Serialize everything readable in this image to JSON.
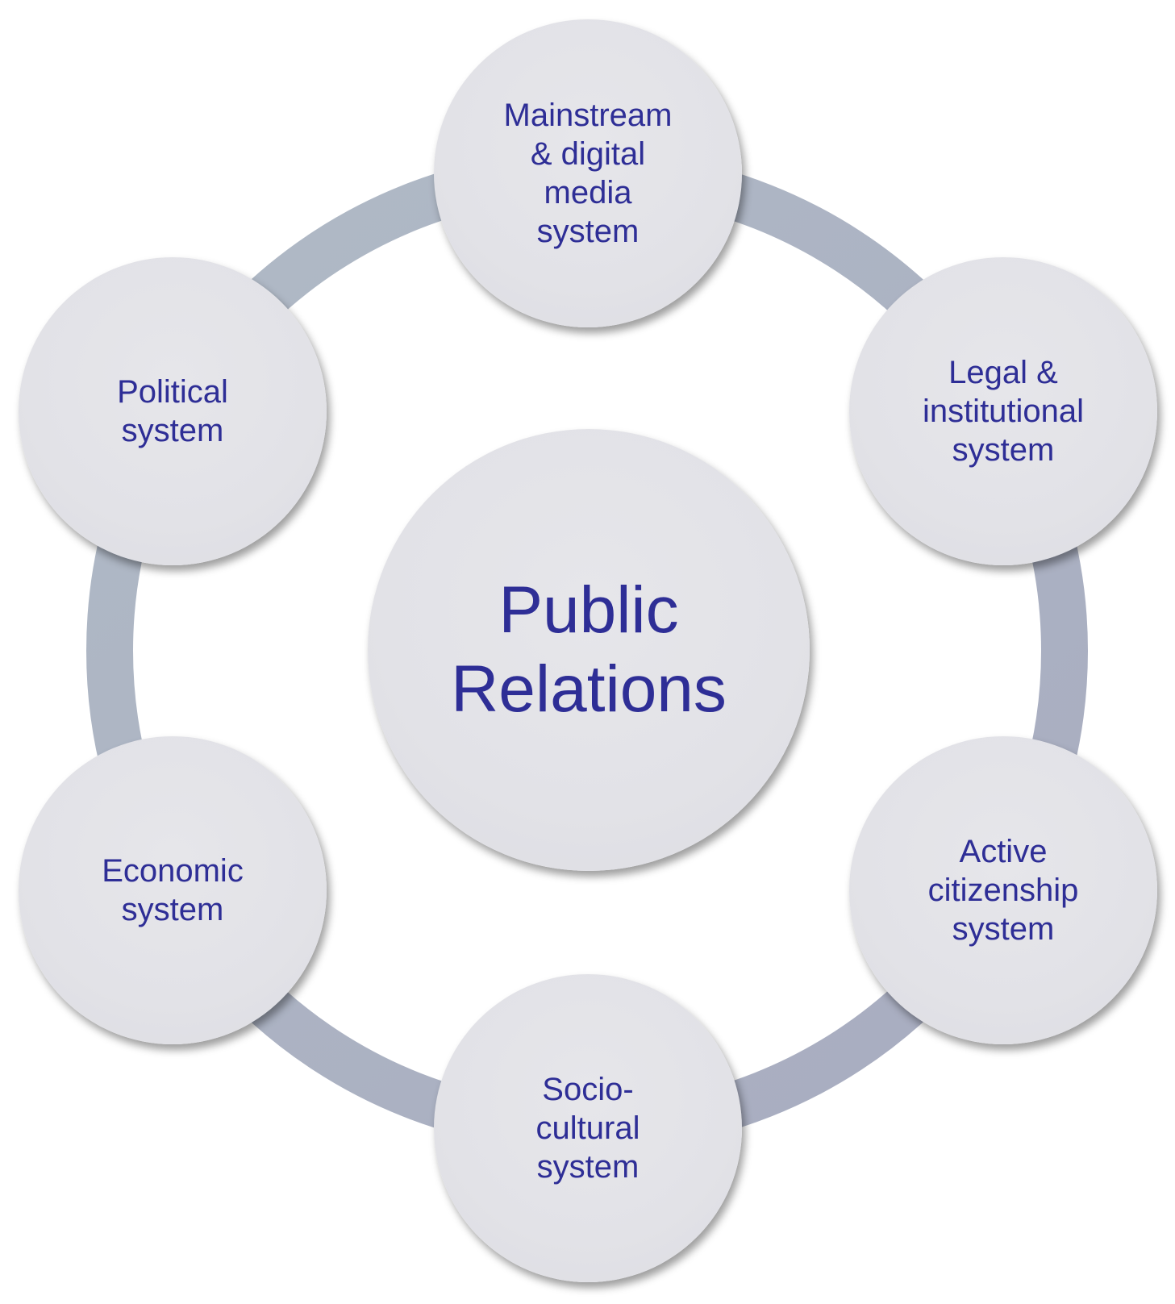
{
  "diagram": {
    "center_label": "Public\nRelations",
    "nodes": [
      {
        "id": "media",
        "label": "Mainstream\n& digital\nmedia\nsystem"
      },
      {
        "id": "legal",
        "label": "Legal &\ninstitutional\nsystem"
      },
      {
        "id": "citizenship",
        "label": "Active\ncitizenship\nsystem"
      },
      {
        "id": "sociocultural",
        "label": "Socio-\ncultural\nsystem"
      },
      {
        "id": "economic",
        "label": "Economic\nsystem"
      },
      {
        "id": "political",
        "label": "Political\nsystem"
      }
    ],
    "colors": {
      "text": "#2e2e96",
      "node_fill": "#e2e2e7",
      "ring": "#abb0c2"
    }
  }
}
